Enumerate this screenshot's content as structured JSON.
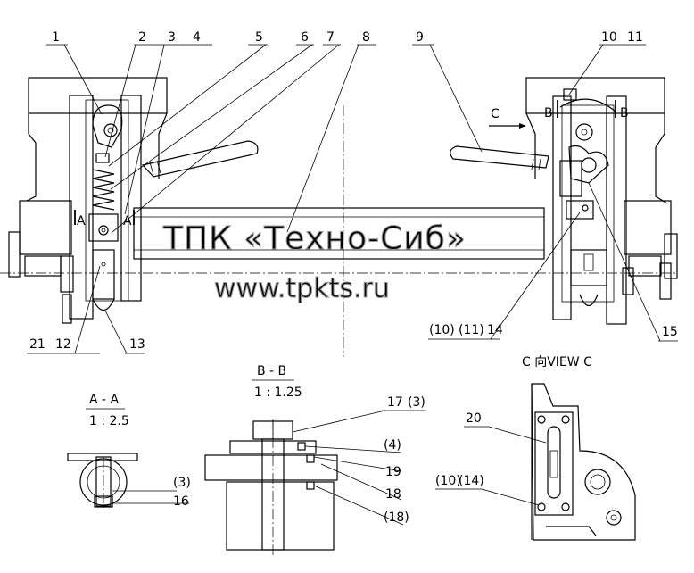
{
  "callouts_top": [
    "1",
    "2",
    "3",
    "4",
    "5",
    "6",
    "7",
    "8",
    "9",
    "10",
    "11"
  ],
  "callouts_bottom_left": [
    "21",
    "12",
    "13"
  ],
  "callouts_bottom_right": [
    "(10)",
    "(11)",
    "14",
    "15"
  ],
  "view_markers": {
    "c_arrow": "C",
    "b_left": "B",
    "b_right": "B",
    "a_left": "A",
    "a_right": "A"
  },
  "section_aa": {
    "title": "A - A",
    "scale": "1 : 2.5",
    "labels": [
      "(3)",
      "16"
    ]
  },
  "section_bb": {
    "title": "B - B",
    "scale": "1 : 1.25",
    "labels": [
      "17",
      "(3)",
      "(4)",
      "19",
      "18",
      "(18)"
    ]
  },
  "view_c": {
    "title": "C 向VIEW C",
    "labels": [
      "20",
      "(10)",
      "(14)"
    ]
  },
  "watermark": {
    "line1": "ТПК «Техно-Сиб»",
    "line2": "www.tpkts.ru"
  }
}
